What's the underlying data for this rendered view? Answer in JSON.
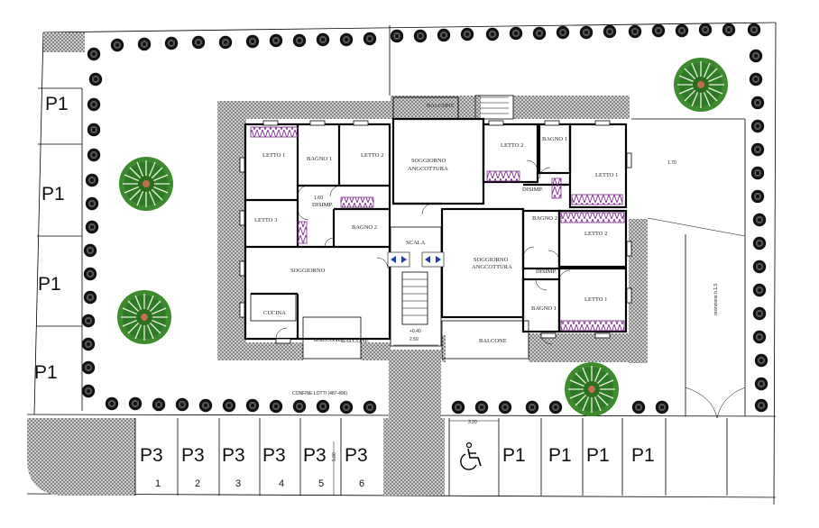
{
  "parking_labels": {
    "p1_left": [
      "P1",
      "P1",
      "P1",
      "P1"
    ],
    "p3": [
      {
        "label": "P3",
        "number": "1"
      },
      {
        "label": "P3",
        "number": "2"
      },
      {
        "label": "P3",
        "number": "3"
      },
      {
        "label": "P3",
        "number": "4"
      },
      {
        "label": "P3",
        "number": "5"
      },
      {
        "label": "P3",
        "number": "6"
      }
    ],
    "p1_bottom": [
      "P1",
      "P1",
      "P1",
      "P1"
    ]
  },
  "rooms": {
    "letto_1_a": "LETTO 1",
    "bagno_1_a": "BAGNO 1",
    "letto_2_a": "LETTO 2",
    "letto_3": "LETTO 3",
    "disimp_a": "DISIMP.",
    "bagno_2_a": "BAGNO 2",
    "soggiorno": "SOGGIORNO",
    "cucina": "CUCINA",
    "balcone_a": "BALCONE",
    "balcone_top": "BALCONE",
    "soggiorno_ang_top_1": "SOGGIORNO",
    "soggiorno_ang_top_2": "ANGCOTTURA",
    "letto_2_b": "LETTO 2",
    "bagno_1_b": "BAGNO 1",
    "disimp_b": "DISIMP.",
    "letto_1_b": "LETTO 1",
    "scala": "SCALA",
    "soggiorno_ang_bot_1": "SOGGIORNO",
    "soggiorno_ang_bot_2": "ANGCOTTURA",
    "bagno_2_b": "BAGNO 2",
    "letto_2_c": "LETTO 2",
    "disimp_c": "DISIMP.",
    "letto_1_c": "LETTO 1",
    "bagno_1_c": "BAGNO 1",
    "balcone_b": "BALCONE",
    "balcone_c": "BALCONE"
  },
  "annotations": {
    "dim_160": "1.60",
    "dim_170": "1.70",
    "dim_250": "2.50",
    "dim_040": "+0.40",
    "dim_320": "3.20",
    "dim_500": "5.00",
    "confine": "CONFINE LOTTI (487-496)",
    "side_label": "recinzione h.1.5"
  },
  "icons": {
    "accessible": "wheelchair-icon",
    "trees": "tree-icon",
    "hedge": "shrub-icon"
  }
}
